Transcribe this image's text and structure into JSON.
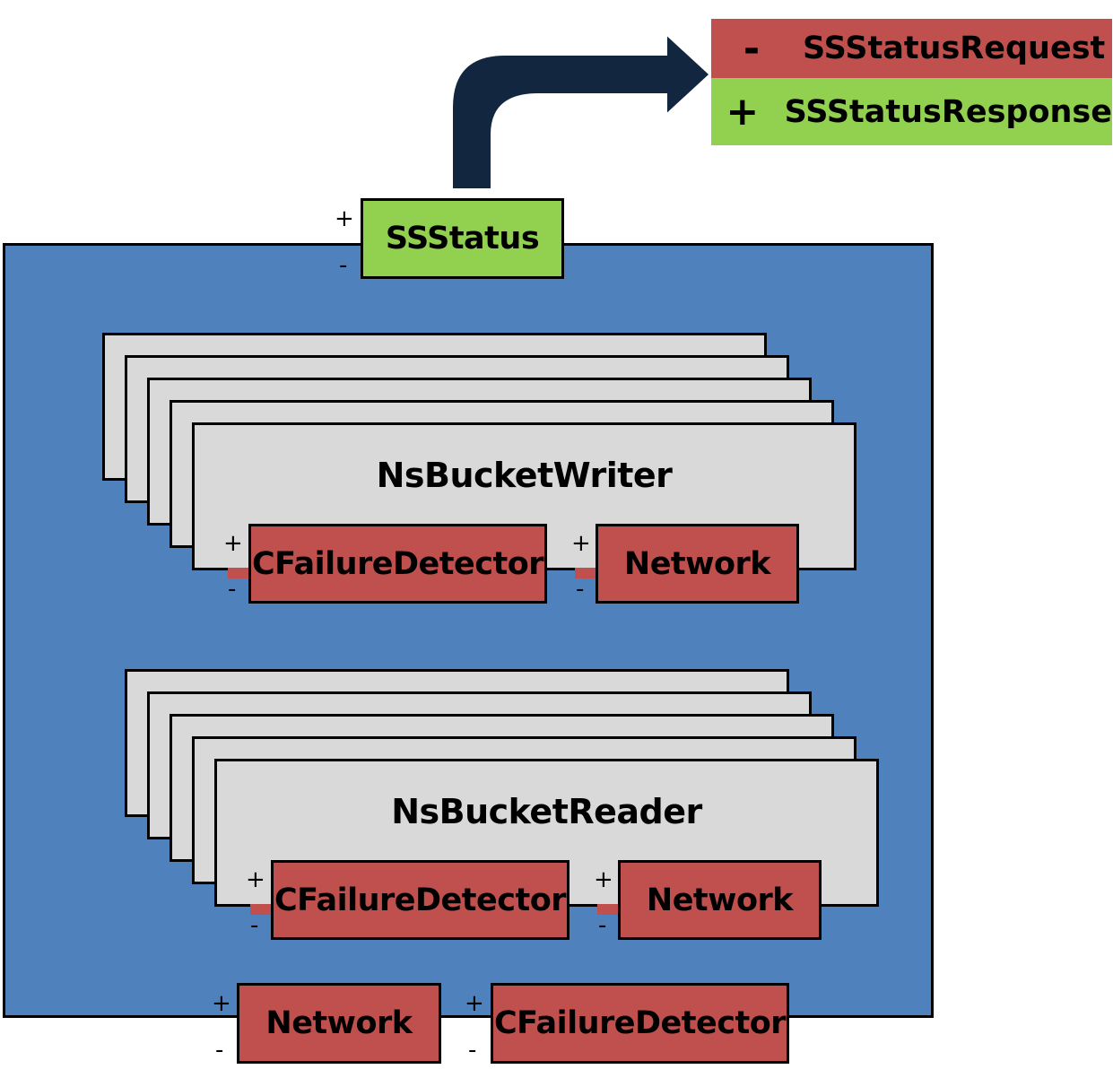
{
  "legend": {
    "request": {
      "sign": "-",
      "label": "SSStatusRequest",
      "color": "#c0504d"
    },
    "response": {
      "sign": "+",
      "label": "SSStatusResponse",
      "color": "#92d050"
    }
  },
  "component": {
    "color": "#4f81bd",
    "status_port": {
      "label": "SSStatus",
      "plus": "+",
      "minus": "-"
    },
    "writer": {
      "title": "NsBucketWriter",
      "ports": [
        {
          "label": "CFailureDetector",
          "plus": "+",
          "minus": "-"
        },
        {
          "label": "Network",
          "plus": "+",
          "minus": "-"
        }
      ]
    },
    "reader": {
      "title": "NsBucketReader",
      "ports": [
        {
          "label": "CFailureDetector",
          "plus": "+",
          "minus": "-"
        },
        {
          "label": "Network",
          "plus": "+",
          "minus": "-"
        }
      ]
    },
    "bottom_ports": [
      {
        "label": "Network",
        "plus": "+",
        "minus": "-"
      },
      {
        "label": "CFailureDetector",
        "plus": "+",
        "minus": "-"
      }
    ]
  },
  "colors": {
    "port_required": "#c0504d",
    "port_provided": "#92d050",
    "subcomponent": "#d9d9d9",
    "arrow": "#12263f"
  }
}
